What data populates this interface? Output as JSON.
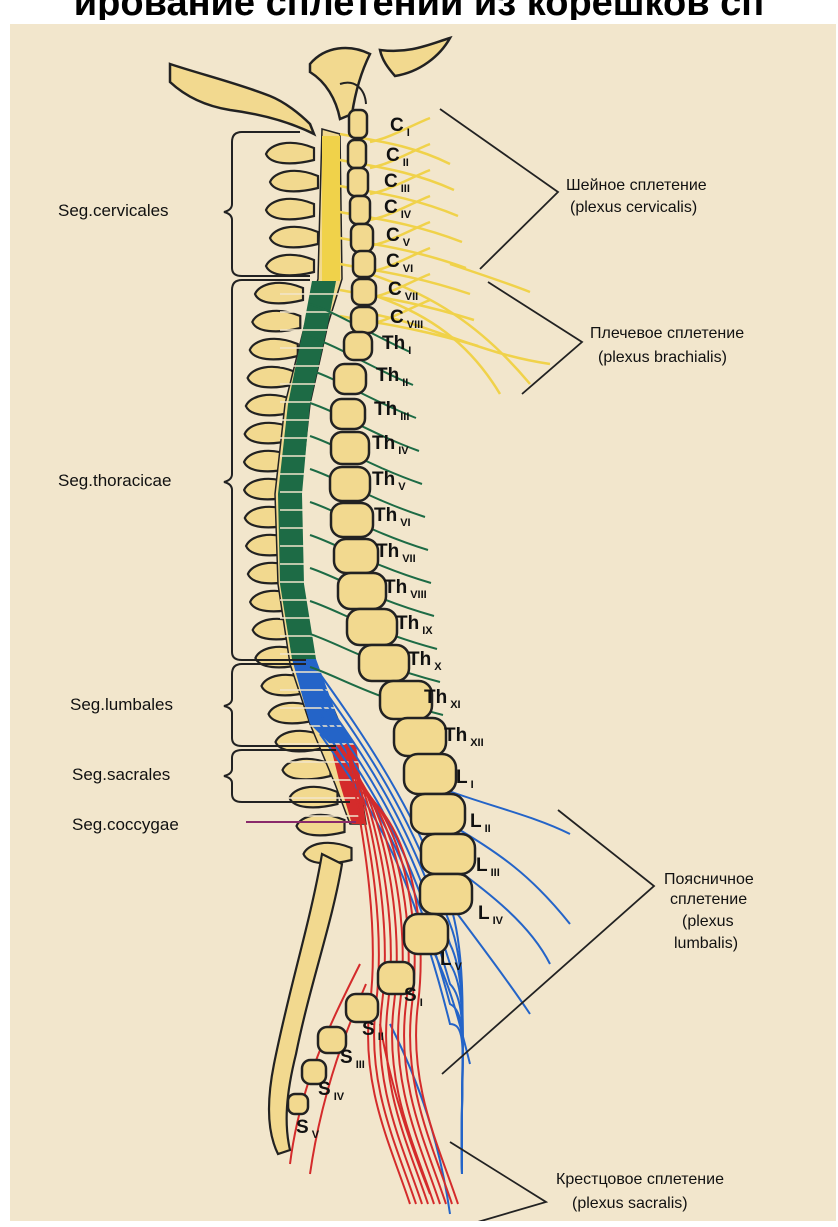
{
  "title": "ирование сплетений из корешков сп",
  "colors": {
    "background": "#f2e6cc",
    "bone_fill": "#f2d98f",
    "cervical": "#f0d24a",
    "thoracic": "#1d6b45",
    "lumbar": "#2464c8",
    "sacral": "#d42b2b",
    "outline": "#222222"
  },
  "segments": {
    "cervicales": "Seg.cervicales",
    "thoracicae": "Seg.thoracicae",
    "lumbales": "Seg.lumbales",
    "sacrales": "Seg.sacrales",
    "coccygae": "Seg.coccygae"
  },
  "vertebrae": [
    {
      "main": "C",
      "sub": "I"
    },
    {
      "main": "C",
      "sub": "II"
    },
    {
      "main": "C",
      "sub": "III"
    },
    {
      "main": "C",
      "sub": "IV"
    },
    {
      "main": "C",
      "sub": "V"
    },
    {
      "main": "C",
      "sub": "VI"
    },
    {
      "main": "C",
      "sub": "VII"
    },
    {
      "main": "C",
      "sub": "VIII"
    },
    {
      "main": "Th",
      "sub": "I"
    },
    {
      "main": "Th",
      "sub": "II"
    },
    {
      "main": "Th",
      "sub": "III"
    },
    {
      "main": "Th",
      "sub": "IV"
    },
    {
      "main": "Th",
      "sub": "V"
    },
    {
      "main": "Th",
      "sub": "VI"
    },
    {
      "main": "Th",
      "sub": "VII"
    },
    {
      "main": "Th",
      "sub": "VIII"
    },
    {
      "main": "Th",
      "sub": "IX"
    },
    {
      "main": "Th",
      "sub": "X"
    },
    {
      "main": "Th",
      "sub": "XI"
    },
    {
      "main": "Th",
      "sub": "XII"
    },
    {
      "main": "L",
      "sub": "I"
    },
    {
      "main": "L",
      "sub": "II"
    },
    {
      "main": "L",
      "sub": "III"
    },
    {
      "main": "L",
      "sub": "IV"
    },
    {
      "main": "L",
      "sub": "V"
    },
    {
      "main": "S",
      "sub": "I"
    },
    {
      "main": "S",
      "sub": "II"
    },
    {
      "main": "S",
      "sub": "III"
    },
    {
      "main": "S",
      "sub": "IV"
    },
    {
      "main": "S",
      "sub": "V"
    }
  ],
  "plexuses": {
    "cervical": {
      "line1": "Шейное сплетение",
      "line2": "(plexus cervicalis)"
    },
    "brachial": {
      "line1": "Плечевое сплетение",
      "line2": "(plexus brachialis)"
    },
    "lumbar": {
      "line1": "Поясничное",
      "line2": "сплетение",
      "line3": "(plexus",
      "line4": "lumbalis)"
    },
    "sacral": {
      "line1": "Крестцовое сплетение",
      "line2": "(plexus sacralis)"
    }
  }
}
